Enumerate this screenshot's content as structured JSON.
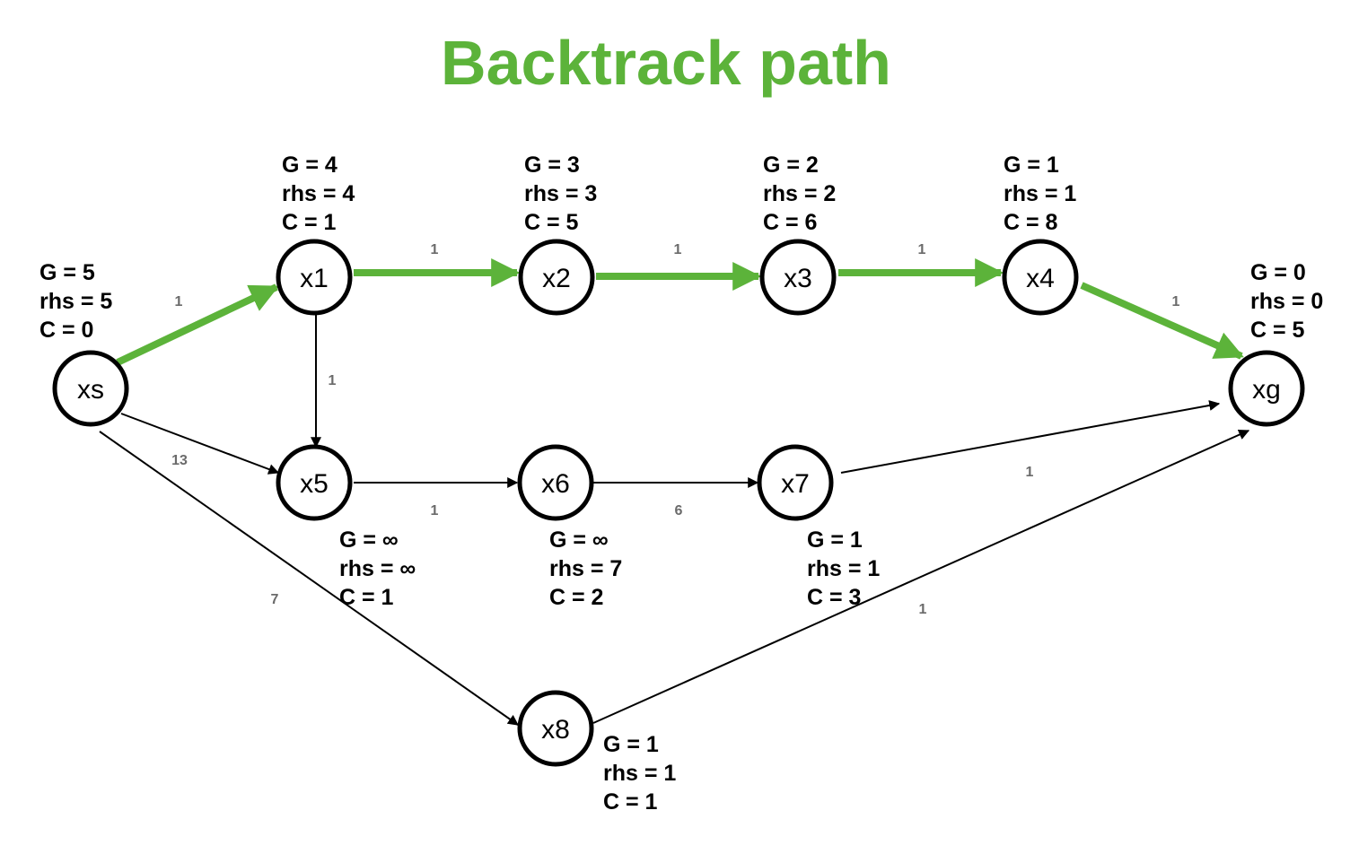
{
  "title": "Backtrack path",
  "colors": {
    "highlight": "#5cb33a",
    "normal": "#000000",
    "weight_text": "#6b6b6b"
  },
  "nodes": [
    {
      "id": "xs",
      "label": "xs",
      "g": "G = 5",
      "rhs": "rhs = 5",
      "c": "C =  0"
    },
    {
      "id": "x1",
      "label": "x1",
      "g": "G = 4",
      "rhs": "rhs = 4",
      "c": "C =  1"
    },
    {
      "id": "x2",
      "label": "x2",
      "g": "G = 3",
      "rhs": "rhs = 3",
      "c": "C =  5"
    },
    {
      "id": "x3",
      "label": "x3",
      "g": "G = 2",
      "rhs": "rhs = 2",
      "c": "C =  6"
    },
    {
      "id": "x4",
      "label": "x4",
      "g": "G = 1",
      "rhs": "rhs = 1",
      "c": "C =  8"
    },
    {
      "id": "xg",
      "label": "xg",
      "g": "G = 0",
      "rhs": "rhs = 0",
      "c": "C =  5"
    },
    {
      "id": "x5",
      "label": "x5",
      "g": "G = ∞",
      "rhs": "rhs = ∞",
      "c": "C =  1"
    },
    {
      "id": "x6",
      "label": "x6",
      "g": "G = ∞",
      "rhs": "rhs = 7",
      "c": "C =  2"
    },
    {
      "id": "x7",
      "label": "x7",
      "g": "G = 1",
      "rhs": "rhs = 1",
      "c": "C =  3"
    },
    {
      "id": "x8",
      "label": "x8",
      "g": "G = 1",
      "rhs": "rhs = 1",
      "c": "C =  1"
    }
  ],
  "edges": [
    {
      "from": "xs",
      "to": "x1",
      "weight": "1",
      "highlight": true
    },
    {
      "from": "x1",
      "to": "x2",
      "weight": "1",
      "highlight": true
    },
    {
      "from": "x2",
      "to": "x3",
      "weight": "1",
      "highlight": true
    },
    {
      "from": "x3",
      "to": "x4",
      "weight": "1",
      "highlight": true
    },
    {
      "from": "x4",
      "to": "xg",
      "weight": "1",
      "highlight": true
    },
    {
      "from": "x1",
      "to": "x5",
      "weight": "1",
      "highlight": false
    },
    {
      "from": "xs",
      "to": "x5",
      "weight": "13",
      "highlight": false
    },
    {
      "from": "x5",
      "to": "x6",
      "weight": "1",
      "highlight": false
    },
    {
      "from": "x6",
      "to": "x7",
      "weight": "6",
      "highlight": false
    },
    {
      "from": "x7",
      "to": "xg",
      "weight": "1",
      "highlight": false
    },
    {
      "from": "xs",
      "to": "x8",
      "weight": "7",
      "highlight": false
    },
    {
      "from": "x8",
      "to": "xg",
      "weight": "1",
      "highlight": false
    }
  ]
}
